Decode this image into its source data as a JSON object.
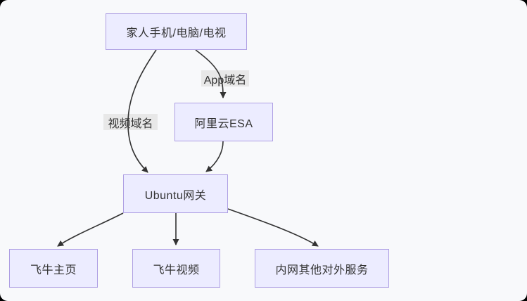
{
  "diagram": {
    "type": "flowchart",
    "direction": "top-down",
    "nodes": [
      {
        "id": "family",
        "label": "家人手机/电脑/电视"
      },
      {
        "id": "esa",
        "label": "阿里云ESA"
      },
      {
        "id": "gateway",
        "label": "Ubuntu网关"
      },
      {
        "id": "home",
        "label": "飞牛主页"
      },
      {
        "id": "video",
        "label": "飞牛视频"
      },
      {
        "id": "other",
        "label": "内网其他对外服务"
      }
    ],
    "edge_labels": [
      {
        "id": "app-domain",
        "label": "App域名"
      },
      {
        "id": "video-domain",
        "label": "视频域名"
      }
    ],
    "edges": [
      {
        "from": "家人手机/电脑/电视",
        "to": "Ubuntu网关",
        "label": "视频域名"
      },
      {
        "from": "家人手机/电脑/电视",
        "to": "阿里云ESA",
        "label": "App域名"
      },
      {
        "from": "阿里云ESA",
        "to": "Ubuntu网关",
        "label": ""
      },
      {
        "from": "Ubuntu网关",
        "to": "飞牛主页",
        "label": ""
      },
      {
        "from": "Ubuntu网关",
        "to": "飞牛视频",
        "label": ""
      },
      {
        "from": "Ubuntu网关",
        "to": "内网其他对外服务",
        "label": ""
      }
    ],
    "colors": {
      "node_fill": "#ECECFF",
      "node_border": "#AE9FE3",
      "edge_stroke": "#333333",
      "edge_label_bg": "#E8E8E8",
      "text": "#333333",
      "canvas_bg": "#F8F9FB",
      "frame_bg": "#000000"
    }
  }
}
